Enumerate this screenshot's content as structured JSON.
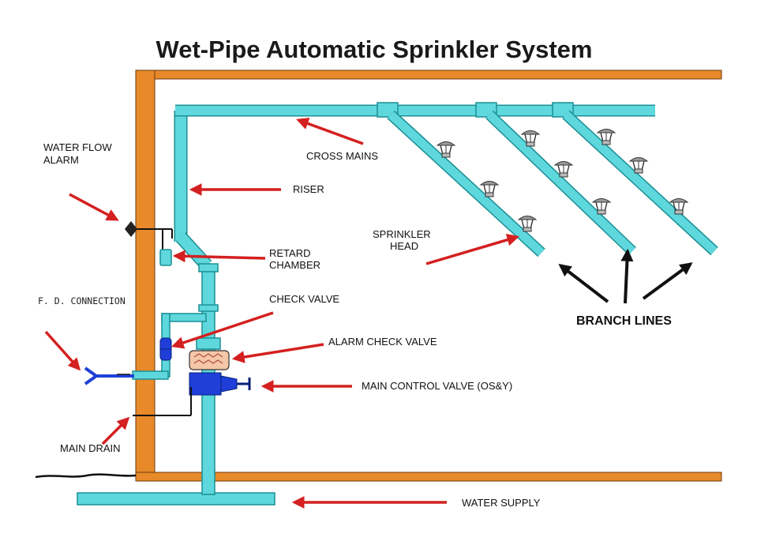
{
  "title": "Wet-Pipe Automatic Sprinkler System",
  "labels": {
    "water_flow_alarm": [
      "WATER FLOW",
      "ALARM"
    ],
    "fd_connection": "F. D. CONNECTION",
    "main_drain": "MAIN DRAIN",
    "cross_mains": "CROSS MAINS",
    "riser": "RISER",
    "retard_chamber": [
      "RETARD",
      "CHAMBER"
    ],
    "check_valve": "CHECK VALVE",
    "alarm_check_valve": "ALARM CHECK VALVE",
    "main_control_valve": "MAIN CONTROL VALVE (OS&Y)",
    "sprinkler_head": [
      "SPRINKLER",
      "HEAD"
    ],
    "branch_lines": "BRANCH LINES",
    "water_supply": "WATER SUPPLY"
  },
  "colors": {
    "building_frame": "#e8892a",
    "pipe": "#5ed8dc",
    "pipe_outline": "#1a8f94",
    "pointer_arrow": "#d42020",
    "branch_arrow": "#111111",
    "valve_blue": "#1f3fd8",
    "alarm_check_valve_fill": "#f4c7a8"
  }
}
